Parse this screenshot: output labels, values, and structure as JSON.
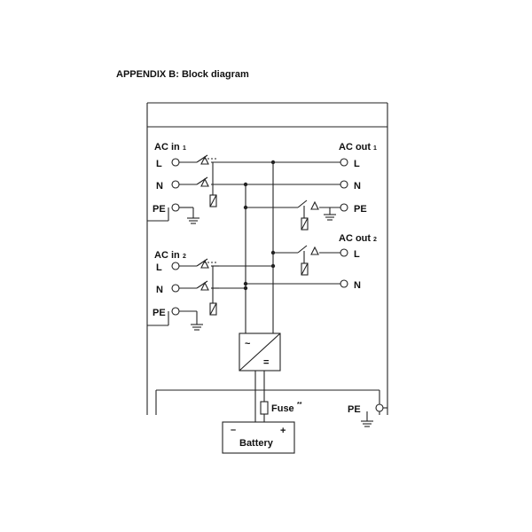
{
  "heading": "APPENDIX B: Block diagram",
  "labels": {
    "ac_in1_main": "AC in",
    "ac_in1_sub": "1",
    "ac_in2_main": "AC in",
    "ac_in2_sub": "2",
    "ac_out1_main": "AC out",
    "ac_out1_sub": "1",
    "ac_out2_main": "AC out",
    "ac_out2_sub": "2",
    "line": "L",
    "neutral": "N",
    "protective_earth": "PE",
    "fuse_main": "Fuse",
    "fuse_mark": "**",
    "battery": "Battery",
    "minus": "–",
    "plus": "+",
    "ac_symbol": "~",
    "dc_symbol": "="
  }
}
